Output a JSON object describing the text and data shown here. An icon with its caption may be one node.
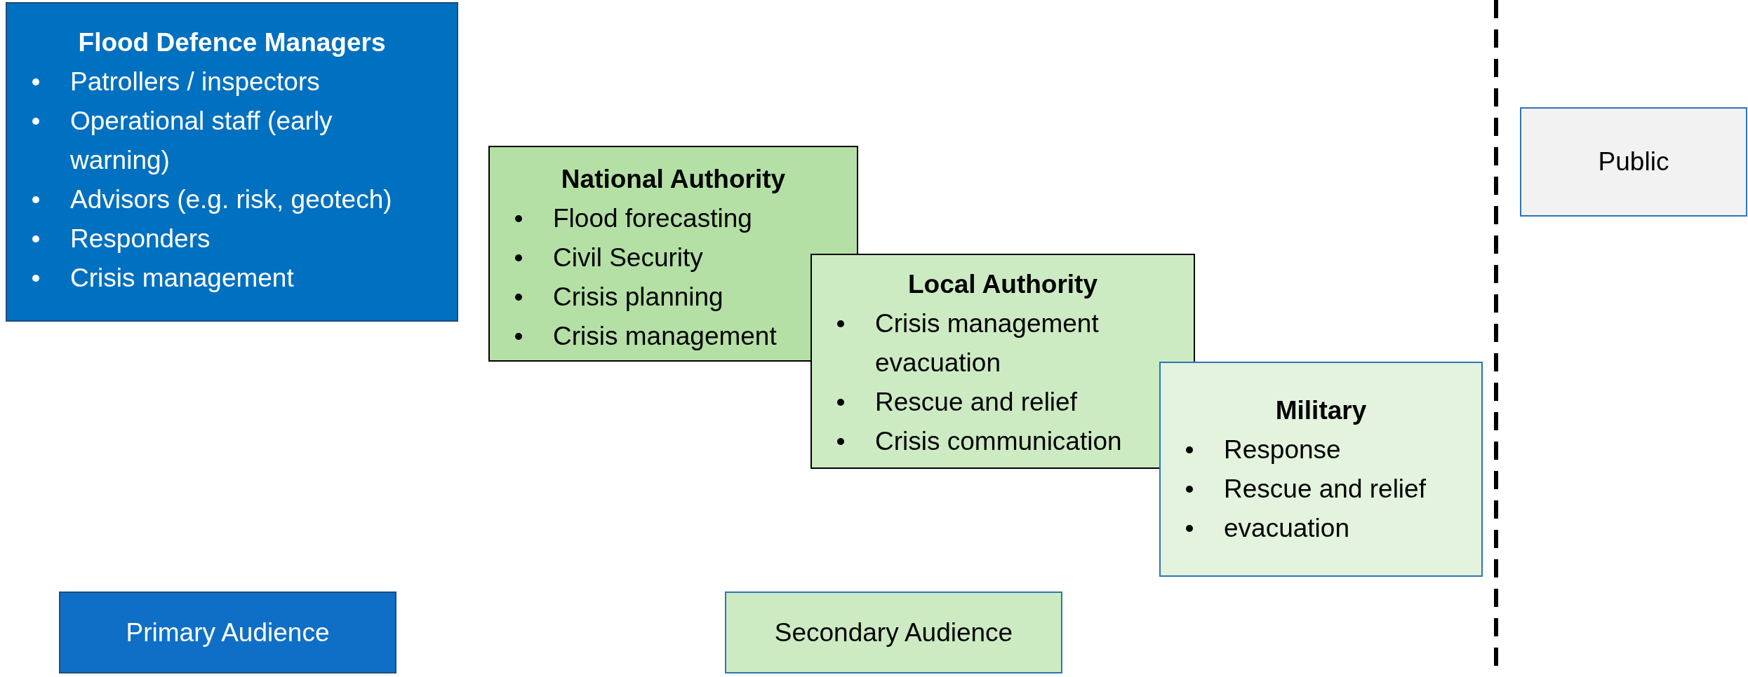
{
  "diagram": {
    "nodes": [
      {
        "text": [
          "Flood Defence Managers",
          "Patrollers / inspectors",
          "Operational staff (early warning)",
          "Advisors (e.g. risk, geotech)",
          "Responders",
          "Crisis management"
        ]
      },
      {
        "text": [
          "National Authority",
          "Flood forecasting",
          "Civil Security",
          "Crisis planning",
          "Crisis management"
        ]
      },
      {
        "text": [
          "Local Authority",
          "Crisis management evacuation",
          "Rescue and relief",
          "Crisis communication"
        ]
      },
      {
        "text": [
          "Military",
          "Response",
          "Rescue and relief",
          "evacuation"
        ]
      },
      {
        "text": [
          "Public"
        ]
      },
      {
        "text": [
          "Primary Audience"
        ]
      },
      {
        "text": [
          "Secondary Audience"
        ]
      }
    ]
  }
}
